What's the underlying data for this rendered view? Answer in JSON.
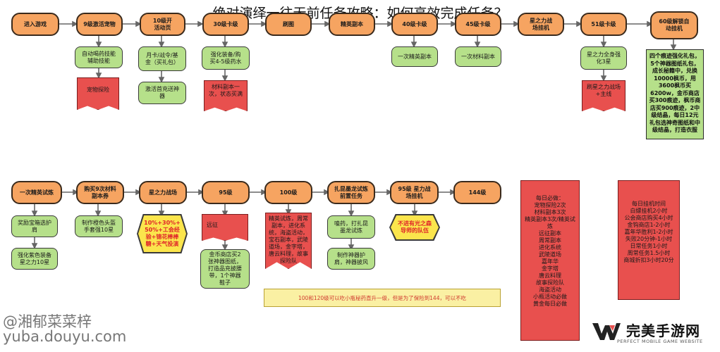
{
  "title": "绝对演绎一往无前任务攻略：如何高效完成任务？",
  "row1": [
    {
      "id": "r1-0",
      "label": "进入游戏"
    },
    {
      "id": "r1-1",
      "label": "9级激活宠物"
    },
    {
      "id": "r1-2",
      "label": "10级开\n活动页"
    },
    {
      "id": "r1-3",
      "label": "30级卡级"
    },
    {
      "id": "r1-4",
      "label": "刷图"
    },
    {
      "id": "r1-5",
      "label": "精英副本"
    },
    {
      "id": "r1-6",
      "label": "40级卡级"
    },
    {
      "id": "r1-7",
      "label": "45级卡级"
    },
    {
      "id": "r1-8",
      "label": "星之力战\n场挂机"
    },
    {
      "id": "r1-9",
      "label": "51级卡级"
    },
    {
      "id": "r1-10",
      "label": "60级解锁自\n动挂机"
    }
  ],
  "row1_sub": [
    {
      "id": "g1",
      "label": "自动喝药技能\n辅助技能"
    },
    {
      "id": "g2",
      "label": "月卡/战令/基\n金（买礼包）"
    },
    {
      "id": "g3",
      "label": "激活首充送神\n器"
    },
    {
      "id": "g4",
      "label": "强化装备/购\n买4-5级药水"
    },
    {
      "id": "g5",
      "label": "一次精英副本"
    },
    {
      "id": "g6",
      "label": "一次材料副本"
    },
    {
      "id": "g7",
      "label": "星之力全身强\n化3星"
    }
  ],
  "row1_red": [
    {
      "id": "rd1",
      "label": "宠物探险"
    },
    {
      "id": "rd2",
      "label": "材料副本一\n次，状态买满"
    },
    {
      "id": "rd3",
      "label": "刷星之力战场\n+主线"
    }
  ],
  "row1_note": "四个痕迹强化礼包，\n5个神器图纸礼包，\n成长秘籍中，兑换\n10000枫币，用\n3600枫币买\n6200w，金币商店\n买300痕迹，枫币商\n店买900痕迹，2中\n级结晶，每日12元\n礼包选神奇图纸和中\n级结晶，打造衣服",
  "row2": [
    {
      "id": "r2-0",
      "label": "一次精英试炼"
    },
    {
      "id": "r2-1",
      "label": "购买9次材料\n副本券"
    },
    {
      "id": "r2-2",
      "label": "星之力战场"
    },
    {
      "id": "r2-3",
      "label": "95级"
    },
    {
      "id": "r2-4",
      "label": "100级"
    },
    {
      "id": "r2-5",
      "label": "扎昆墨龙试炼\n前置任务"
    },
    {
      "id": "r2-6",
      "label": "95级 星力战\n场挂机"
    },
    {
      "id": "r2-7",
      "label": "144级"
    }
  ],
  "row2_sub": [
    {
      "id": "s1",
      "label": "奖励宝箱选护\n肩"
    },
    {
      "id": "s2",
      "label": "强化紫色装备\n星之力10星"
    },
    {
      "id": "s3",
      "label": "制作橙色头盔\n手套强10星"
    },
    {
      "id": "s4",
      "label": "金币商店买2\n张神器图纸，\n打造品充披腰\n带，1个神器\n鞋子"
    },
    {
      "id": "s5",
      "label": "嗑药，打扎昆\n墨龙试炼"
    },
    {
      "id": "s6",
      "label": "制作神器护\n肩，神器披风"
    }
  ],
  "row2_hex": [
    {
      "id": "h1",
      "label": "10%+30%+\n50%+工会经\n验+锦花棒棒\n糖+天气投演"
    },
    {
      "id": "h2",
      "label": "不进有光之森\n导师的队伍"
    }
  ],
  "row2_red": [
    {
      "id": "rr1",
      "label": "远征"
    },
    {
      "id": "rr2",
      "label": "精英试炼，周常\n副本，进化系\n统，海盗活动，\n宝石副本，武陵\n道场，金字塔，\n唐云料理，故事\n探险队"
    }
  ],
  "yellow_bar": "100和120级可以吃小瓶秘药直升一级，但是为了保险到144，可以不吃",
  "daily_note": "每日必做：\n宠物探险2次\n材料副本3次\n精英副本3次/精英试炼\n远征副本\n周常副本\n进化系统\n武陵道场\n嘉年华\n金字塔\n唐云料理\n故事探险队\n海盗活动\n小瓶活动必做\n黄金每日必做",
  "hang_note": "每日挂机时间\n白嫖挂机2小时\n公会商店购买4小时\n金钩商店1-2小时\n嘉年华胜利1-2小时\n失败20分钟-1小时\n日常任务1小时\n周常任务1.5小时\n商城折扣3小时20分",
  "watermark": {
    "line1": "@湘郁菜菜梓",
    "line2": "yuba.douyu.com"
  },
  "logo": {
    "text": "完美手游网",
    "sub": "PERFECT MOBILE GAME WEBSITE"
  },
  "colors": {
    "orange": "#f6a461",
    "green": "#b6e08a",
    "red": "#e8504e",
    "yellow": "#fbe54c",
    "note_yellow": "#faf0a3"
  }
}
